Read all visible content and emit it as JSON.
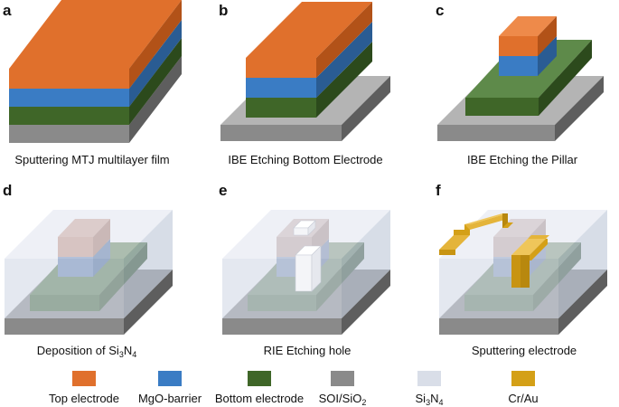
{
  "panels": [
    {
      "letter": "a",
      "caption": "Sputtering MTJ multilayer film"
    },
    {
      "letter": "b",
      "caption": "IBE Etching Bottom Electrode"
    },
    {
      "letter": "c",
      "caption": "IBE Etching the Pillar"
    },
    {
      "letter": "d",
      "caption_pre": "Deposition of Si",
      "caption_sub1": "3",
      "caption_mid": "N",
      "caption_sub2": "4"
    },
    {
      "letter": "e",
      "caption": "RIE Etching hole"
    },
    {
      "letter": "f",
      "caption": "Sputtering electrode"
    }
  ],
  "legend": [
    {
      "label": "Top electrode",
      "color": "#E0702C"
    },
    {
      "label": "MgO-barrier",
      "color": "#3A7CC4"
    },
    {
      "label": "Bottom electrode",
      "color": "#3F6628"
    },
    {
      "label_pre": "SOI/SiO",
      "label_sub": "2",
      "color": "#8A8A8A"
    },
    {
      "label_pre": "Si",
      "label_sub1": "3",
      "label_mid": "N",
      "label_sub2": "4",
      "color": "#D9DEE8"
    },
    {
      "label": "Cr/Au",
      "color": "#D4A017"
    }
  ]
}
